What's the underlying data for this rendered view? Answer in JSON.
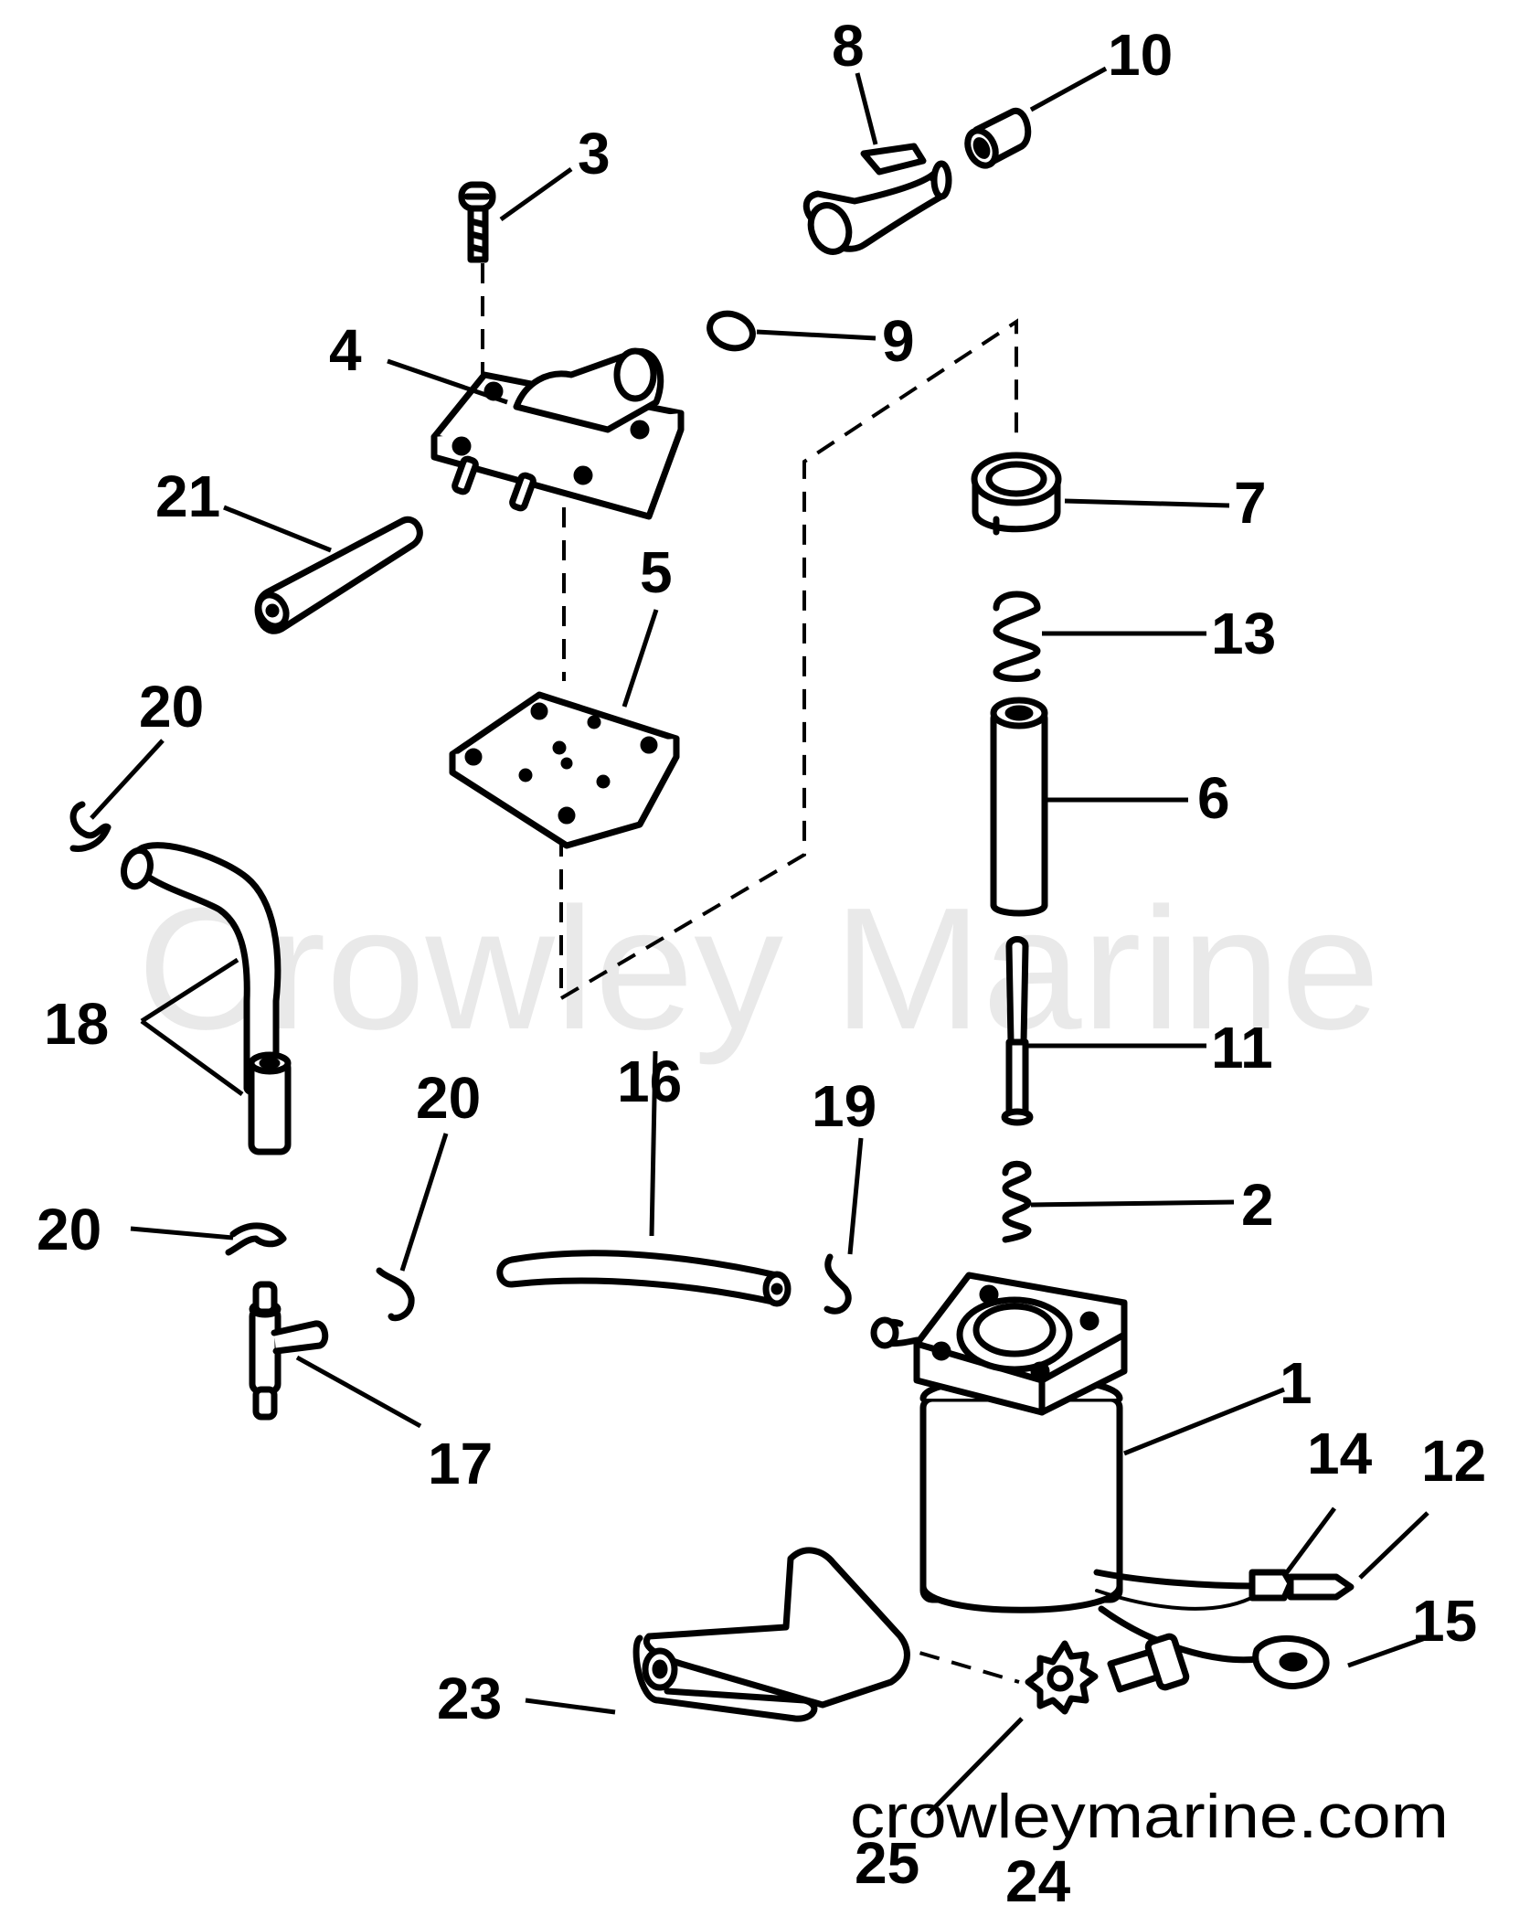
{
  "watermark": "Crowley Marine",
  "site_url": "crowleymarine.com",
  "part_numbers": {
    "p1": "1",
    "p2": "2",
    "p3": "3",
    "p4": "4",
    "p5": "5",
    "p6": "6",
    "p7": "7",
    "p8": "8",
    "p9": "9",
    "p10": "10",
    "p11": "11",
    "p12": "12",
    "p13": "13",
    "p14": "14",
    "p15": "15",
    "p16": "16",
    "p17": "17",
    "p18": "18",
    "p19": "19",
    "p20": "20",
    "p21": "21",
    "p23": "23",
    "p24": "24",
    "p25": "25"
  }
}
